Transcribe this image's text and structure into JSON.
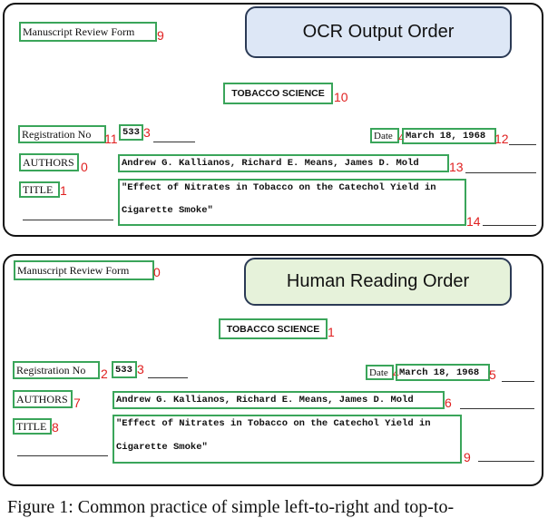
{
  "top": {
    "banner": "OCR Output Order",
    "fields": {
      "manuscript": {
        "text": "Manuscript Review Form",
        "order": "9"
      },
      "journal": {
        "text": "TOBACCO SCIENCE",
        "order": "10"
      },
      "registration_label": {
        "text": "Registration No",
        "order": "11"
      },
      "registration_value": {
        "text": "533",
        "order": "3"
      },
      "date_label": {
        "text": "Date",
        "order": "4"
      },
      "date_value": {
        "text": "March 18, 1968",
        "order": "12"
      },
      "authors_label": {
        "text": "AUTHORS",
        "order": "0"
      },
      "authors_value": {
        "text": "Andrew G. Kallianos, Richard E. Means, James D. Mold",
        "order": "13"
      },
      "title_label": {
        "text": "TITLE",
        "order": "1"
      },
      "title_value": {
        "line1": "\"Effect of Nitrates in Tobacco on the Catechol Yield in",
        "line2": "Cigarette Smoke\"",
        "order": "14"
      }
    }
  },
  "bottom": {
    "banner": "Human Reading Order",
    "fields": {
      "manuscript": {
        "text": "Manuscript Review Form",
        "order": "0"
      },
      "journal": {
        "text": "TOBACCO SCIENCE",
        "order": "1"
      },
      "registration_label": {
        "text": "Registration No",
        "order": "2"
      },
      "registration_value": {
        "text": "533",
        "order": "3"
      },
      "date_label": {
        "text": "Date",
        "order": "4"
      },
      "date_value": {
        "text": "March 18, 1968",
        "order": "5"
      },
      "authors_label": {
        "text": "AUTHORS",
        "order": "7"
      },
      "authors_value": {
        "text": "Andrew G. Kallianos, Richard E. Means, James D. Mold",
        "order": "6"
      },
      "title_label": {
        "text": "TITLE",
        "order": "8"
      },
      "title_value": {
        "line1": "\"Effect of Nitrates in Tobacco on the Catechol Yield in",
        "line2": "Cigarette Smoke\"",
        "order": "9"
      }
    }
  },
  "caption": "Figure 1: Common practice of simple left-to-right and top-to-"
}
